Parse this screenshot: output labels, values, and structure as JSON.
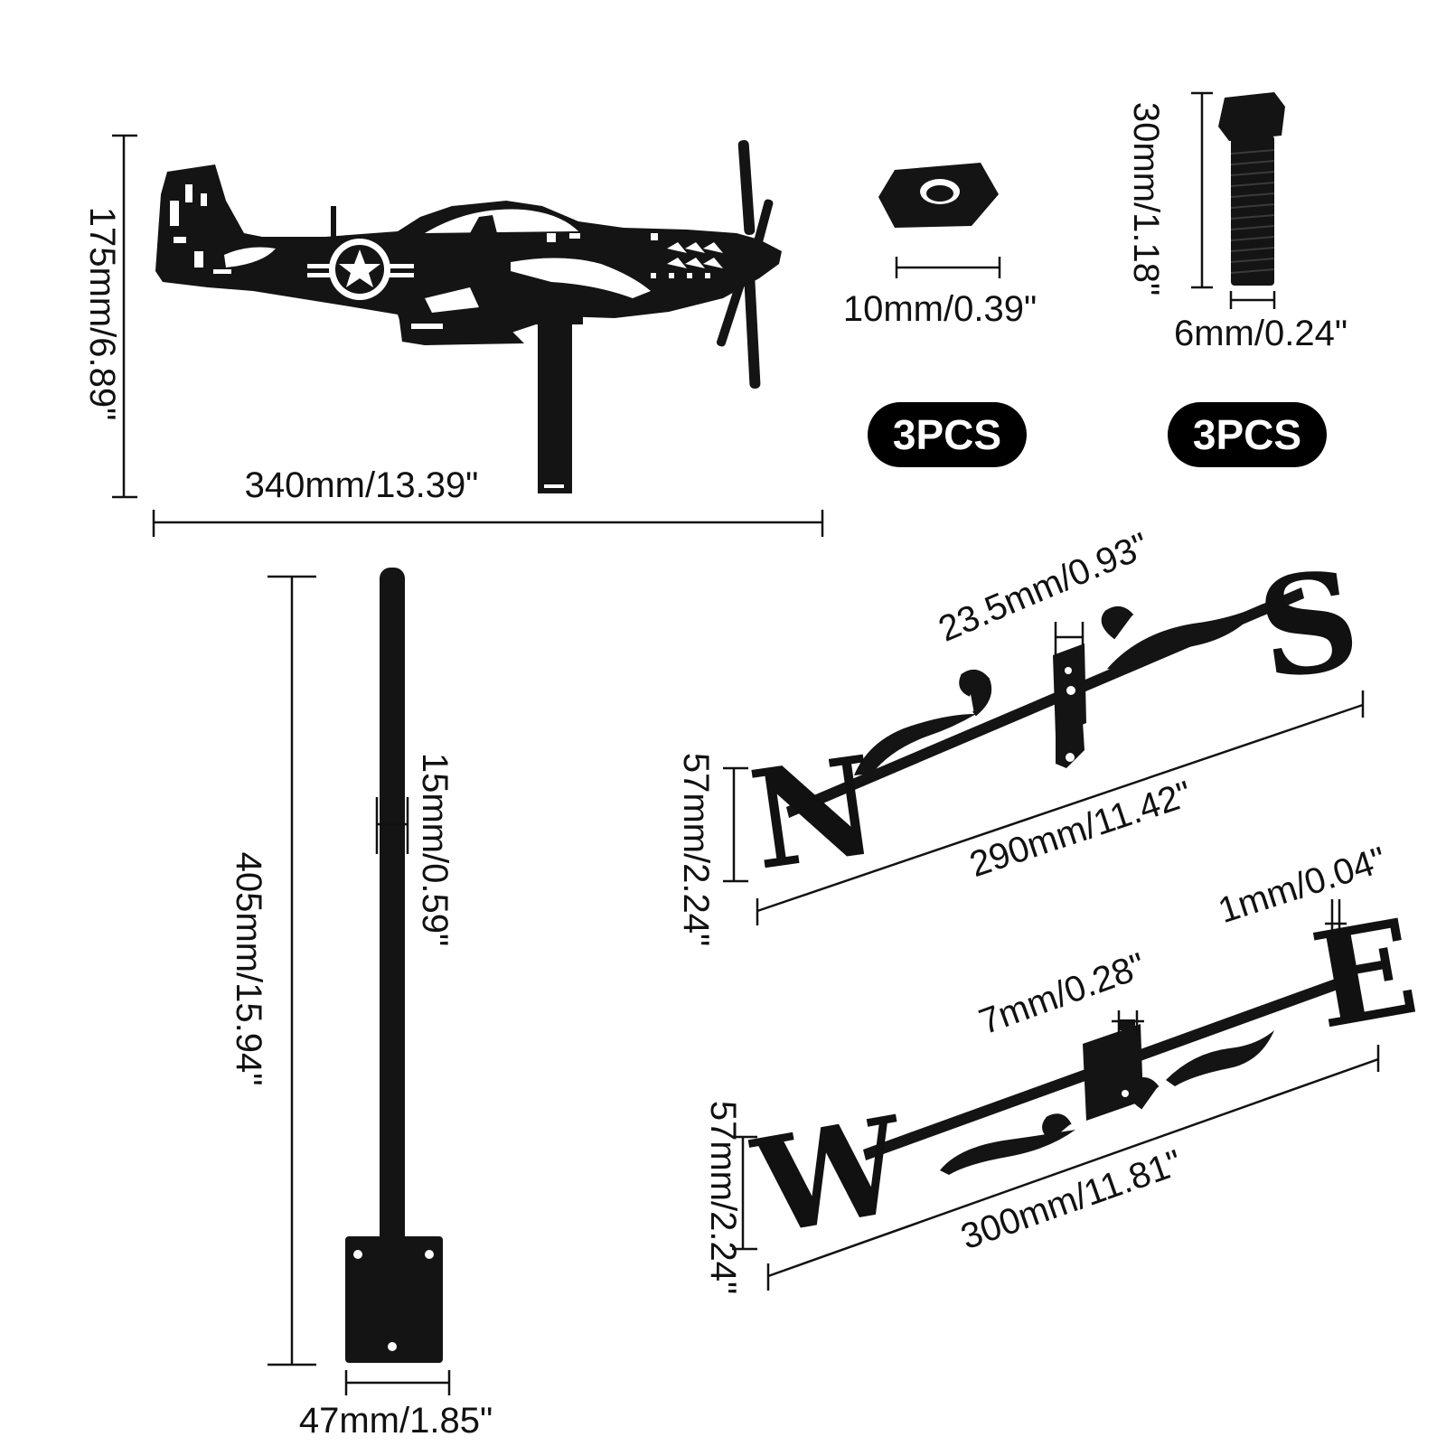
{
  "colors": {
    "metal": "#141414",
    "line": "#111111",
    "badge_bg": "#000000",
    "badge_text": "#ffffff",
    "background": "#ffffff"
  },
  "parts": {
    "plane": {
      "height_label": "175mm/6.89\"",
      "width_label": "340mm/13.39\""
    },
    "nut": {
      "width_label": "10mm/0.39\"",
      "quantity_label": "3PCS"
    },
    "bolt": {
      "length_label": "30mm/1.18\"",
      "diameter_label": "6mm/0.24\"",
      "quantity_label": "3PCS"
    },
    "pole": {
      "height_label": "405mm/15.94\"",
      "diameter_label": "15mm/0.59\"",
      "base_width_label": "47mm/1.85\""
    },
    "ns_arrow": {
      "bracket_label": "23.5mm/0.93\"",
      "height_label": "57mm/2.24\"",
      "length_label": "290mm/11.42\"",
      "letters": [
        "N",
        "S"
      ]
    },
    "we_arrow": {
      "thickness_label": "1mm/0.04\"",
      "bracket_label": "7mm/0.28\"",
      "height_label": "57mm/2.24\"",
      "length_label": "300mm/11.81\"",
      "letters": [
        "W",
        "E"
      ]
    }
  }
}
